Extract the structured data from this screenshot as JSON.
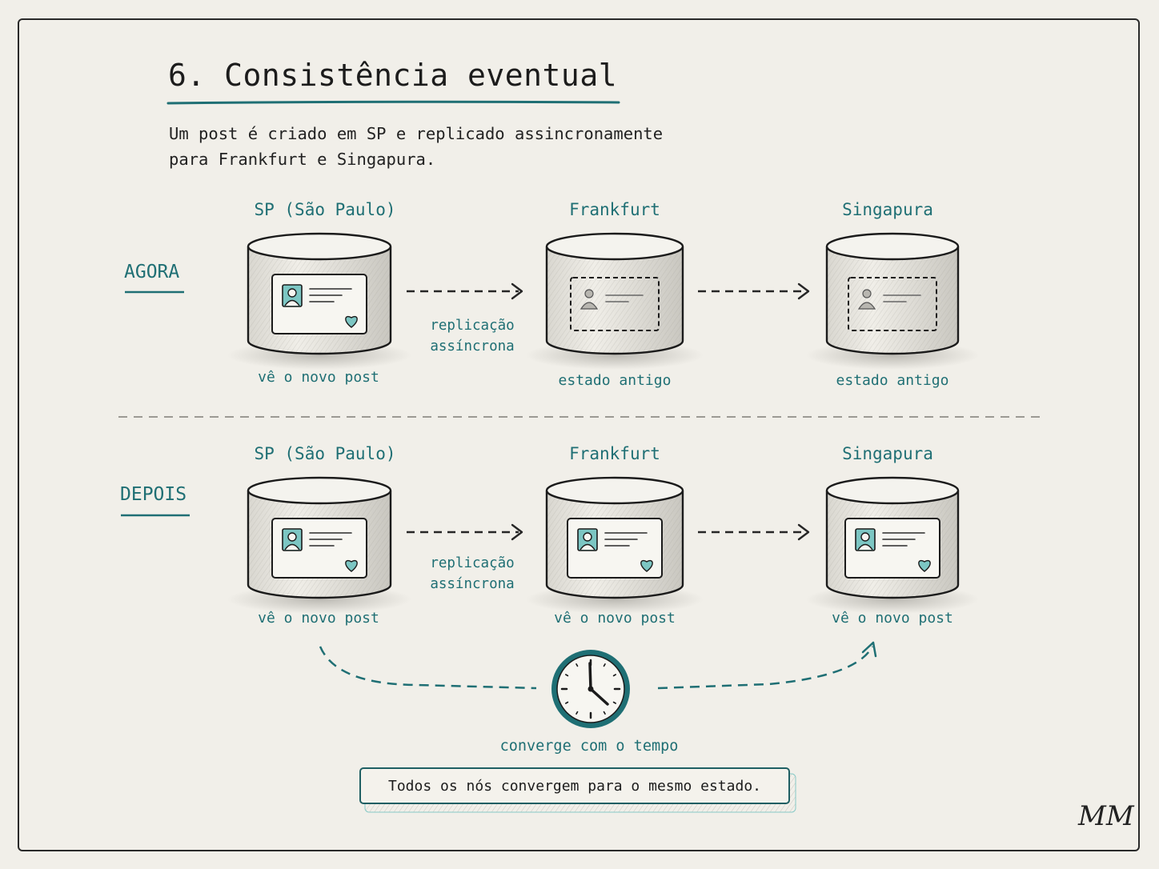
{
  "title": "6. Consistência eventual",
  "subtitle_lines": [
    "Um post é criado em SP e replicado assincronamente",
    "para Frankfurt e Singapura."
  ],
  "rows": [
    {
      "label": "AGORA",
      "nodes": [
        {
          "name": "SP (São Paulo)",
          "caption": "vê o novo post",
          "card": "new"
        },
        {
          "name": "Frankfurt",
          "caption": "estado antigo",
          "card": "old"
        },
        {
          "name": "Singapura",
          "caption": "estado antigo",
          "card": "old"
        }
      ],
      "replication_label": [
        "replicação",
        "assíncrona"
      ]
    },
    {
      "label": "DEPOIS",
      "nodes": [
        {
          "name": "SP (São Paulo)",
          "caption": "vê o novo post",
          "card": "new"
        },
        {
          "name": "Frankfurt",
          "caption": "vê o novo post",
          "card": "new"
        },
        {
          "name": "Singapura",
          "caption": "vê o novo post",
          "card": "new"
        }
      ],
      "replication_label": [
        "replicação",
        "assíncrona"
      ]
    }
  ],
  "converge_label": "converge com o tempo",
  "summary": "Todos os nós convergem para o mesmo estado.",
  "signature": "MM",
  "icons": [
    "database-cylinder-icon",
    "post-card-icon",
    "avatar-icon",
    "heart-icon",
    "clock-icon",
    "arrow-right-icon"
  ],
  "colors": {
    "teal": "#1f6f74",
    "ink": "#262626",
    "paper": "#f1efe9",
    "heart": "#7cc6c3"
  }
}
